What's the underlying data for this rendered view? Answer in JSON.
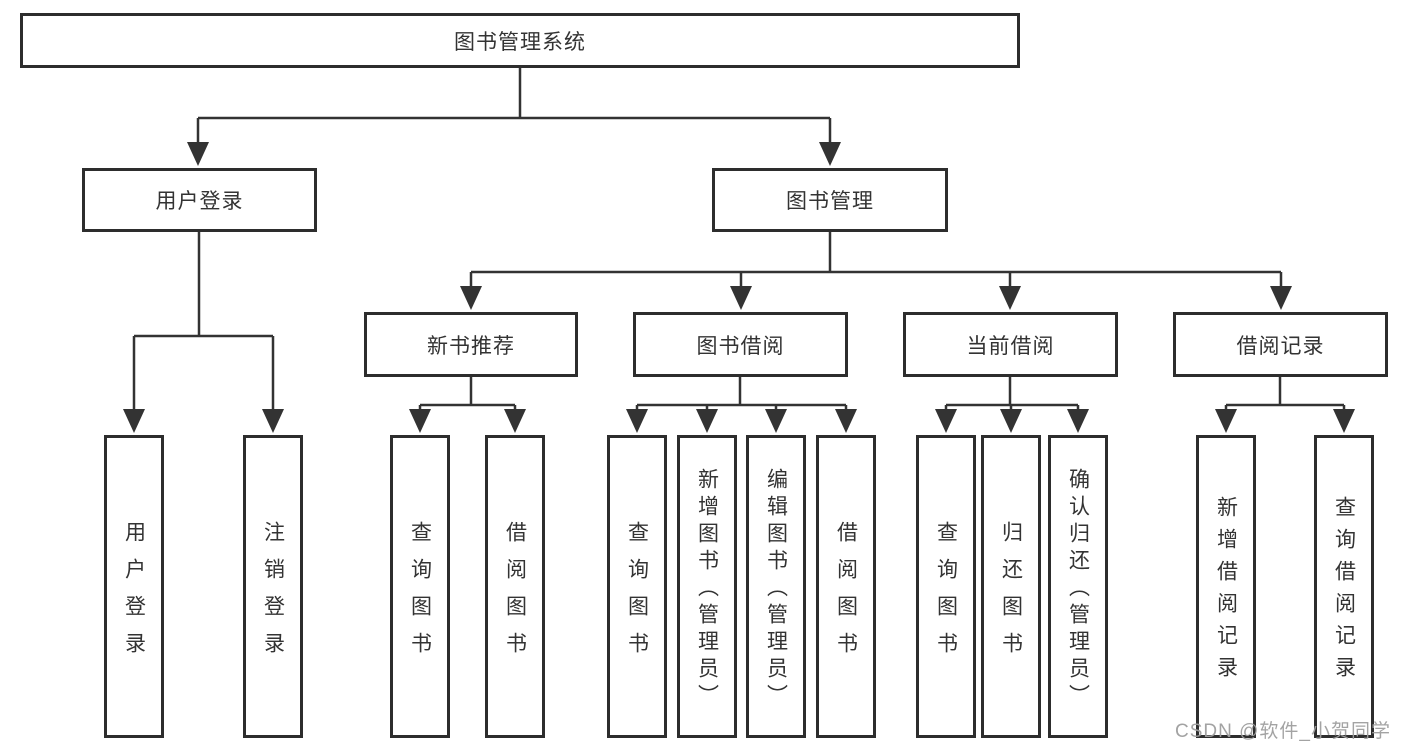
{
  "diagram_title": "图书管理系统",
  "nodes": {
    "root": {
      "label": "图书管理系统"
    },
    "level2": [
      {
        "label": "用户登录"
      },
      {
        "label": "图书管理"
      }
    ],
    "level3": [
      {
        "label": "新书推荐",
        "parent": "图书管理"
      },
      {
        "label": "图书借阅",
        "parent": "图书管理"
      },
      {
        "label": "当前借阅",
        "parent": "图书管理"
      },
      {
        "label": "借阅记录",
        "parent": "图书管理"
      }
    ],
    "leaves": [
      {
        "label": "用户登录",
        "parent": "用户登录"
      },
      {
        "label": "注销登录",
        "parent": "用户登录"
      },
      {
        "label": "查询图书",
        "parent": "新书推荐"
      },
      {
        "label": "借阅图书",
        "parent": "新书推荐"
      },
      {
        "label": "查询图书",
        "parent": "图书借阅"
      },
      {
        "label": "新增图书（管理员）",
        "parent": "图书借阅"
      },
      {
        "label": "编辑图书（管理员）",
        "parent": "图书借阅"
      },
      {
        "label": "借阅图书",
        "parent": "图书借阅"
      },
      {
        "label": "查询图书",
        "parent": "当前借阅"
      },
      {
        "label": "归还图书",
        "parent": "当前借阅"
      },
      {
        "label": "确认归还（管理员）",
        "parent": "当前借阅"
      },
      {
        "label": "新增借阅记录",
        "parent": "借阅记录"
      },
      {
        "label": "查询借阅记录",
        "parent": "借阅记录"
      }
    ]
  },
  "watermark": {
    "text": "CSDN @软件_小贺同学"
  },
  "colors": {
    "line": "#333333",
    "box_border": "#2d2d2d",
    "text": "#333333",
    "watermark": "#9e9e9e",
    "background": "#ffffff"
  }
}
